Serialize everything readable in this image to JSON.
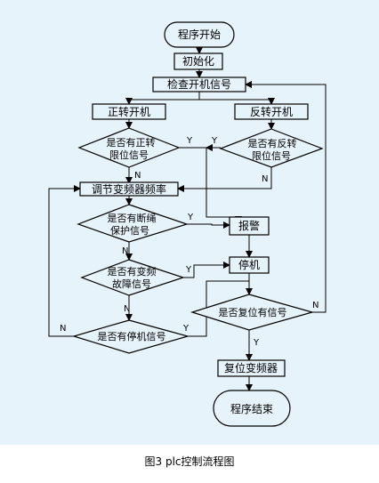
{
  "nodes": {
    "start": "程序开始",
    "init": "初始化",
    "check": "检查开机信号",
    "fwd": "正转开机",
    "rev": "反转开机",
    "fwd_limit_1": "是否有正转",
    "fwd_limit_2": "限位信号",
    "rev_limit_1": "是否有反转",
    "rev_limit_2": "限位信号",
    "adjust": "调节变频器频率",
    "break_1": "是否有断绳",
    "break_2": "保护信号",
    "alarm": "报警",
    "fault_1": "是否有变频",
    "fault_2": "故障信号",
    "stop": "停机",
    "stopsig": "是否有停机信号",
    "reset": "是否复位有信号",
    "resetvfd": "复位变频器",
    "end": "程序结束"
  },
  "edge_labels": {
    "yes": "Y",
    "no": "N"
  },
  "caption": "图3 plc控制流程图"
}
